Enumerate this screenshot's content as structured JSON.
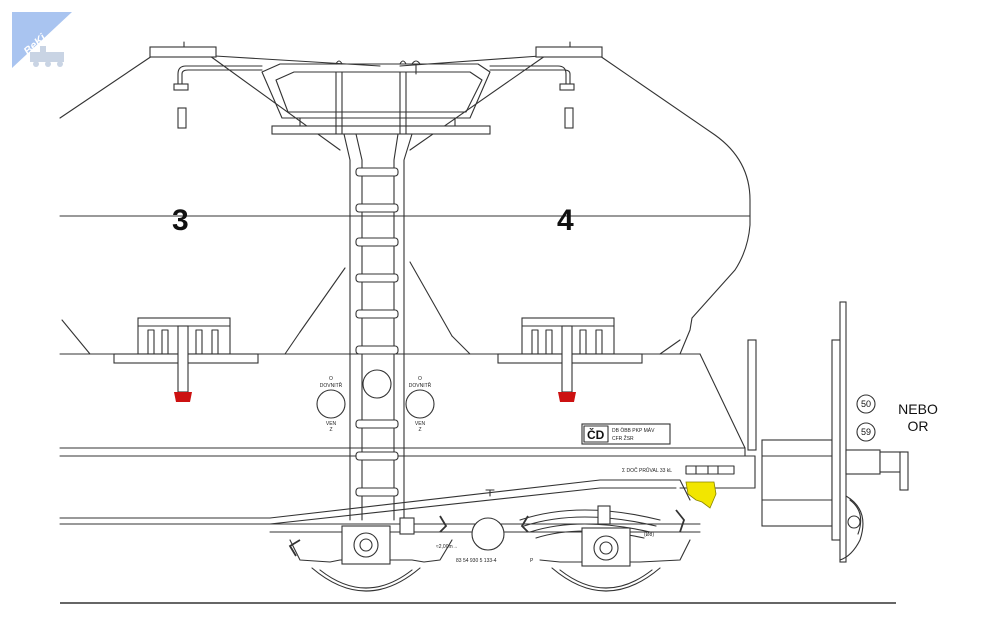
{
  "watermark": {
    "text": "BeKi",
    "color": "#a9c4f0"
  },
  "compartments": [
    {
      "number": "3"
    },
    {
      "number": "4"
    }
  ],
  "hatches": [
    {
      "top": "O",
      "middle": "DOVNITŘ",
      "bottom": "VEN",
      "sub": "Z"
    },
    {
      "top": "O",
      "middle": "DOVNITŘ",
      "bottom": "VEN",
      "sub": "Z"
    }
  ],
  "operator_panel": {
    "mark": "ČD",
    "row1": "DB  ÖBB  PKP  MÁV",
    "row2": "CFR       ŽSR"
  },
  "circle_marks": [
    "50",
    "59"
  ],
  "alternatives": {
    "line1": "NEBO",
    "line2": "OR"
  },
  "wagon_number": "83 54 930 5 133-4",
  "wagon_suffix": "P",
  "distance_mark": "≈2,00m→",
  "small_caption": "(Ø8)",
  "small_panel": "Σ  DOČ PRŮVAL  33 kL",
  "highlight_colors": {
    "yellow_part": "#f2e600",
    "red_part": "#cc1111"
  }
}
